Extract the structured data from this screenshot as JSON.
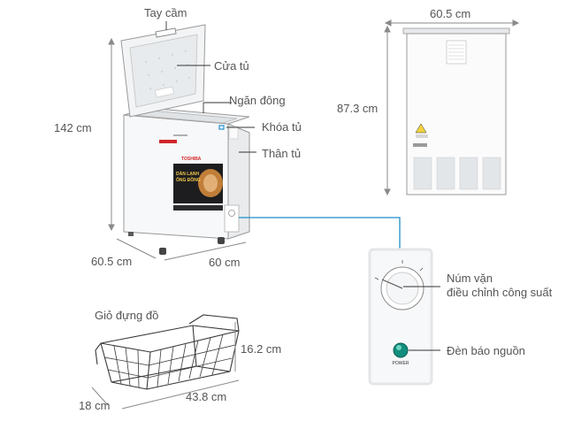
{
  "colors": {
    "accent": "#1c8fc9",
    "text": "#555555",
    "dimension": "#8a8a8a",
    "outline": "#333333",
    "brand_red": "#d0262a"
  },
  "callouts": {
    "handle": "Tay cầm",
    "door": "Cửa tủ",
    "freezer_compartment": "Ngăn đông",
    "lock": "Khóa tủ",
    "body": "Thân tủ",
    "knob_line1": "Núm vặn",
    "knob_line2": "điều chỉnh công suất",
    "power_light": "Đèn báo nguồn",
    "basket": "Giỏ đựng đồ"
  },
  "dimensions": {
    "front_height": "142 cm",
    "front_depth": "60.5 cm",
    "front_width": "60 cm",
    "back_width": "60.5 cm",
    "back_height": "87.3 cm",
    "basket_height": "16.2 cm",
    "basket_width": "43.8 cm",
    "basket_depth": "18 cm"
  },
  "product": {
    "brand": "TOSHIBA",
    "sticker_line1": "DÀN LẠNH",
    "sticker_line2": "ỐNG ĐỒNG",
    "power_label": "POWER"
  },
  "icons": [
    "lock-dot-icon",
    "power-light-icon",
    "control-knob-icon"
  ]
}
